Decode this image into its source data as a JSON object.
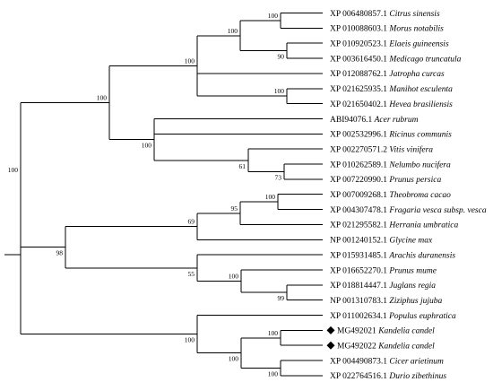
{
  "leaves": [
    {
      "id": "L0",
      "accession": "XP 006480857.1",
      "species": "Citrus sinensis",
      "marker": false
    },
    {
      "id": "L1",
      "accession": "XP 010088603.1",
      "species": "Morus notabilis",
      "marker": false
    },
    {
      "id": "L2",
      "accession": "XP 010920523.1",
      "species": "Elaeis guineensis",
      "marker": false
    },
    {
      "id": "L3",
      "accession": "XP 003616450.1",
      "species": "Medicago truncatula",
      "marker": false
    },
    {
      "id": "L4",
      "accession": "XP 012088762.1",
      "species": "Jatropha curcas",
      "marker": false
    },
    {
      "id": "L5",
      "accession": "XP 021625935.1",
      "species": "Manihot esculenta",
      "marker": false
    },
    {
      "id": "L6",
      "accession": "XP 021650402.1",
      "species": "Hevea brasiliensis",
      "marker": false
    },
    {
      "id": "L7",
      "accession": "ABI94076.1",
      "species": "Acer rubrum",
      "marker": false
    },
    {
      "id": "L8",
      "accession": "XP 002532996.1",
      "species": "Ricinus communis",
      "marker": false
    },
    {
      "id": "L9",
      "accession": "XP 002270571.2",
      "species": "Vitis vinifera",
      "marker": false
    },
    {
      "id": "L10",
      "accession": "XP 010262589.1",
      "species": "Nelumbo nucifera",
      "marker": false
    },
    {
      "id": "L11",
      "accession": "XP 007220990.1",
      "species": "Prunus persica",
      "marker": false
    },
    {
      "id": "L12",
      "accession": "XP 007009268.1",
      "species": "Theobroma cacao",
      "marker": false
    },
    {
      "id": "L13",
      "accession": "XP 004307478.1",
      "species": "Fragaria vesca subsp. vesca",
      "marker": false
    },
    {
      "id": "L14",
      "accession": "XP 021295582.1",
      "species": "Herrania umbratica",
      "marker": false
    },
    {
      "id": "L15",
      "accession": "NP 001240152.1",
      "species": "Glycine max",
      "marker": false
    },
    {
      "id": "L16",
      "accession": "XP 015931485.1",
      "species": "Arachis duranensis",
      "marker": false
    },
    {
      "id": "L17",
      "accession": "XP 016652270.1",
      "species": "Prunus mume",
      "marker": false
    },
    {
      "id": "L18",
      "accession": "XP 018814447.1",
      "species": "Juglans regia",
      "marker": false
    },
    {
      "id": "L19",
      "accession": "NP 001310783.1",
      "species": "Ziziphus jujuba",
      "marker": false
    },
    {
      "id": "L20",
      "accession": "XP 011002634.1",
      "species": "Populus euphratica",
      "marker": false
    },
    {
      "id": "L21",
      "accession": "MG492021",
      "species": "Kandelia candel",
      "marker": true
    },
    {
      "id": "L22",
      "accession": "MG492022",
      "species": "Kandelia candel",
      "marker": true
    },
    {
      "id": "L23",
      "accession": "XP 004490873.1",
      "species": "Cicer arietinum",
      "marker": false
    },
    {
      "id": "L24",
      "accession": "XP 022764516.1",
      "species": "Durio zibethinus",
      "marker": false
    }
  ],
  "nodes": [
    {
      "id": "N_L0L1",
      "support": "100",
      "children": [
        "L0",
        "L1"
      ]
    },
    {
      "id": "N_L2L3",
      "support": "90",
      "children": [
        "L2",
        "L3"
      ]
    },
    {
      "id": "N_c1",
      "support": "100",
      "children": [
        "N_L0L1",
        "N_L2L3"
      ]
    },
    {
      "id": "N_L5L6",
      "support": "100",
      "children": [
        "L5",
        "L6"
      ]
    },
    {
      "id": "N_c2",
      "support": "100",
      "children": [
        "N_c1",
        "L4",
        "N_L5L6"
      ]
    },
    {
      "id": "N_L10L11",
      "support": "73",
      "children": [
        "L10",
        "L11"
      ]
    },
    {
      "id": "N_c3",
      "support": "61",
      "children": [
        "L9",
        "N_L10L11"
      ]
    },
    {
      "id": "N_c4",
      "support": "100",
      "children": [
        "L7",
        "L8",
        "N_c3"
      ]
    },
    {
      "id": "N_upper",
      "support": "100",
      "children": [
        "N_c2",
        "N_c4"
      ]
    },
    {
      "id": "N_L12L13",
      "support": "100",
      "children": [
        "L12",
        "L13"
      ]
    },
    {
      "id": "N_c5",
      "support": "95",
      "children": [
        "N_L12L13",
        "L14"
      ]
    },
    {
      "id": "N_c6",
      "support": "69",
      "children": [
        "N_c5",
        "L15"
      ]
    },
    {
      "id": "N_L18L19",
      "support": "99",
      "children": [
        "L18",
        "L19"
      ]
    },
    {
      "id": "N_c7",
      "support": "100",
      "children": [
        "L17",
        "N_L18L19"
      ]
    },
    {
      "id": "N_c8",
      "support": "55",
      "children": [
        "L16",
        "N_c7"
      ]
    },
    {
      "id": "N_c9",
      "support": "98",
      "children": [
        "N_c6",
        "N_c8"
      ]
    },
    {
      "id": "N_big",
      "support": "100",
      "children": [
        "N_upper",
        "N_c9"
      ]
    },
    {
      "id": "N_L21L22",
      "support": "100",
      "children": [
        "L21",
        "L22"
      ]
    },
    {
      "id": "N_L23L24",
      "support": "100",
      "children": [
        "L23",
        "L24"
      ]
    },
    {
      "id": "N_c10",
      "support": "100",
      "children": [
        "N_L21L22",
        "N_L23L24"
      ]
    },
    {
      "id": "N_c11",
      "support": "100",
      "children": [
        "L20",
        "N_c10"
      ]
    },
    {
      "id": "N_root",
      "support": "",
      "children": [
        "N_big",
        "N_c11"
      ]
    }
  ]
}
